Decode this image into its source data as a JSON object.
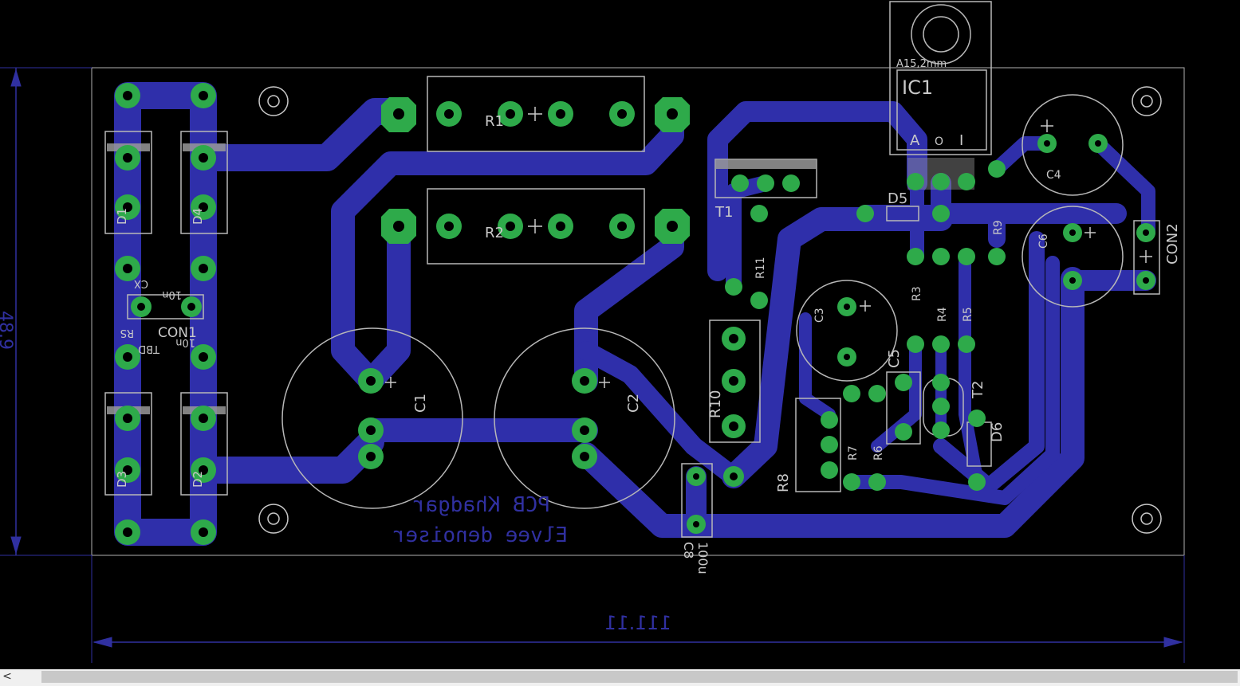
{
  "board": {
    "silk_text_1": "PCB Khadgar",
    "silk_text_2": "Elvee denoiser",
    "dim_width": "111.11",
    "dim_height": "48.9"
  },
  "parts": {
    "r1": "R1",
    "r2": "R2",
    "r3": "R3",
    "r4": "R4",
    "r5": "R5",
    "r6": "R6",
    "r7": "R7",
    "r8": "R8",
    "r9": "R9",
    "r10": "R10",
    "r11": "R11",
    "c1": "C1",
    "c2": "C2",
    "c3": "C3",
    "c4": "C4",
    "c5": "C5",
    "c6": "C6",
    "c8": "C8",
    "c8_value": "100u",
    "d1": "D1",
    "d2": "D2",
    "d3": "D3",
    "d4": "D4",
    "d5": "D5",
    "d6": "D6",
    "t1": "T1",
    "t2": "T2",
    "ic1": "IC1",
    "ic1_pkg": "A15,2mm",
    "ic1_pin_a": "A",
    "ic1_pin_o": "O",
    "ic1_pin_i": "I",
    "con1": "CON1",
    "con2": "CON2",
    "cx": "CX",
    "cx_value": "10n",
    "rs": "RS",
    "rs_value": "10n",
    "tbd": "TBD"
  },
  "colors": {
    "background": "#000000",
    "trace": "#2f2faa",
    "pad": "#2eaa4a",
    "silk": "#c9c9c9",
    "outline": "#b8b8b8",
    "dimension": "#3030a0"
  },
  "scrollbar": {
    "left_arrow": "<"
  }
}
